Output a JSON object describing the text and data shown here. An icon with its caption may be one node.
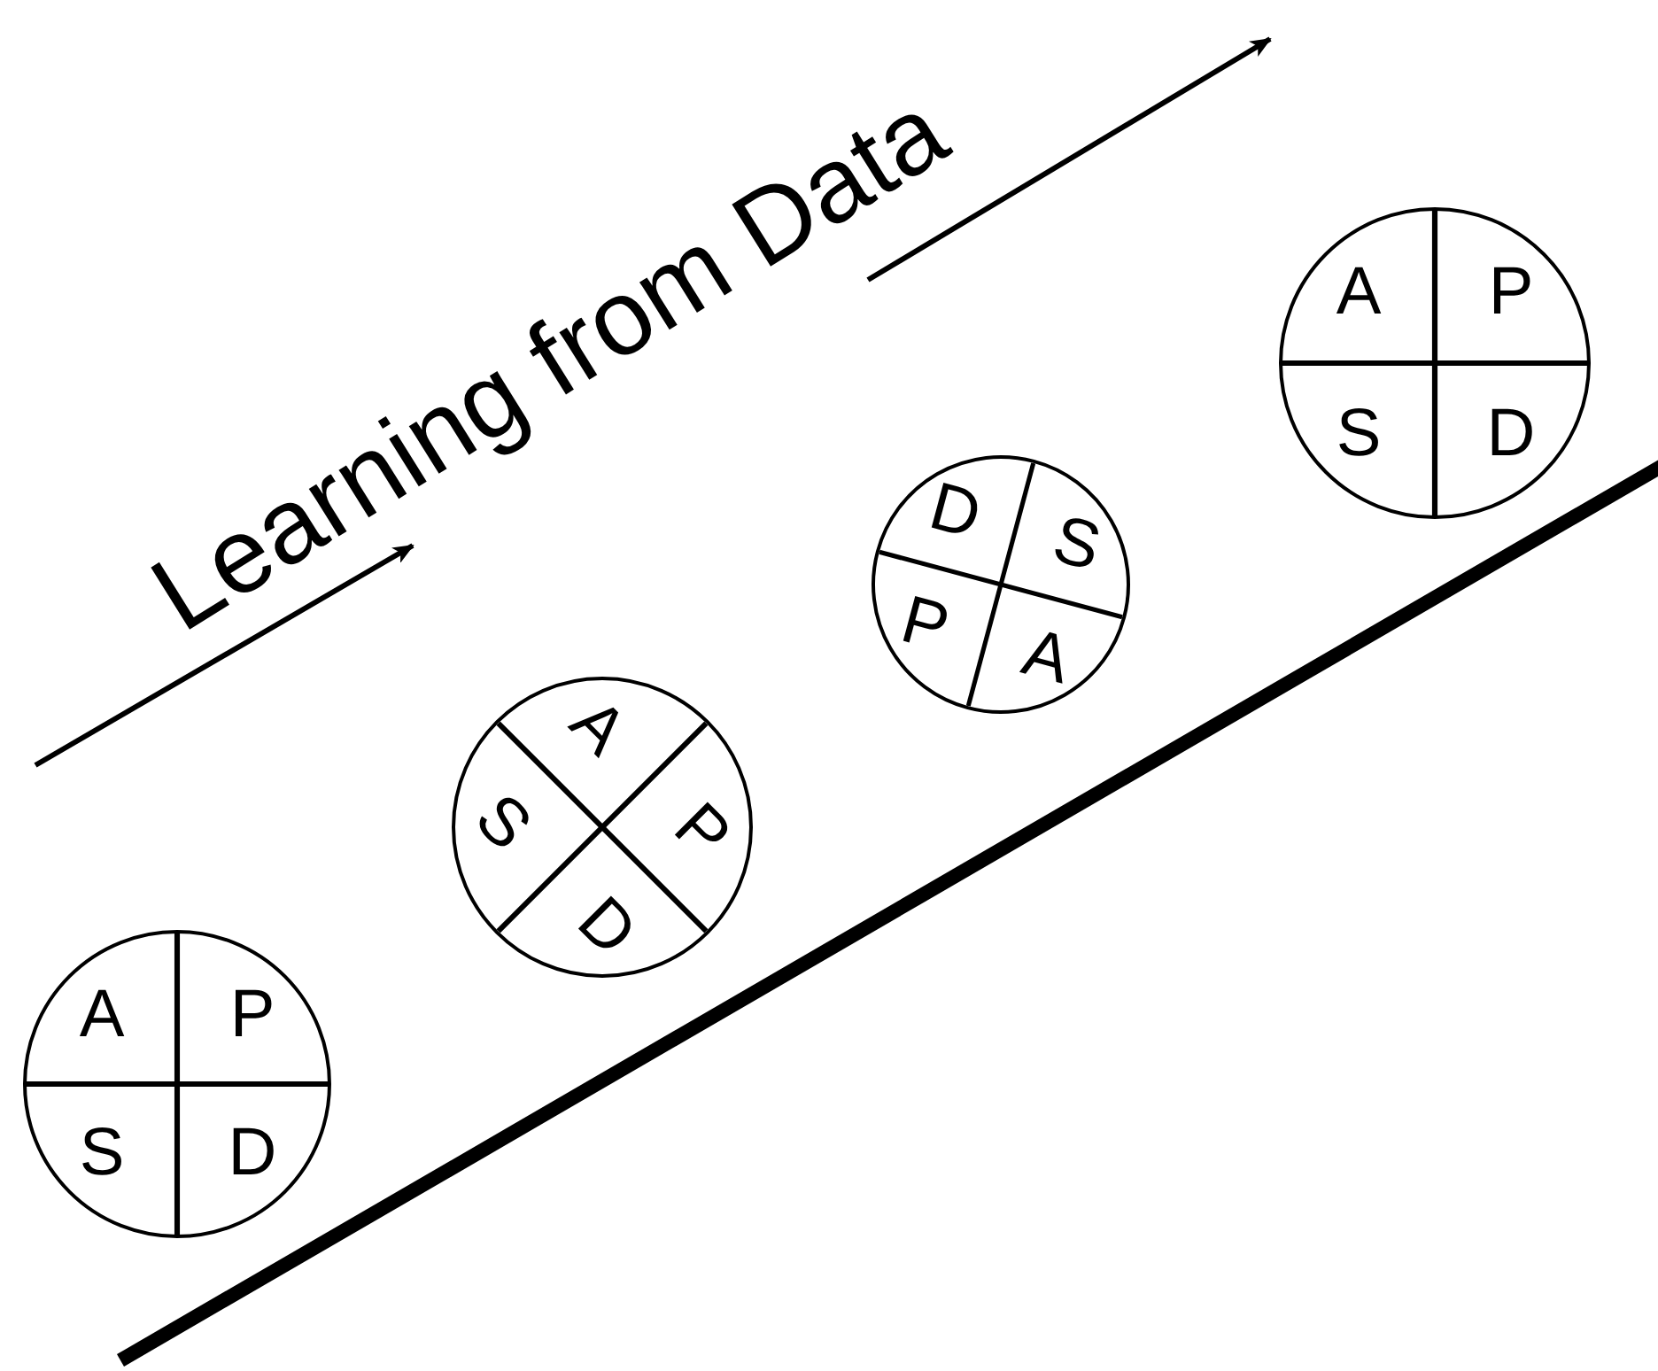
{
  "diagram": {
    "title": "Learning from Data",
    "nodes": [
      {
        "text": [
          "A",
          "P",
          "S",
          "D"
        ]
      },
      {
        "text": [
          "A",
          "P",
          "S",
          "D"
        ]
      },
      {
        "text": [
          "D",
          "S",
          "P",
          "A"
        ]
      },
      {
        "text": [
          "A",
          "P",
          "S",
          "D"
        ]
      }
    ],
    "edges": []
  }
}
